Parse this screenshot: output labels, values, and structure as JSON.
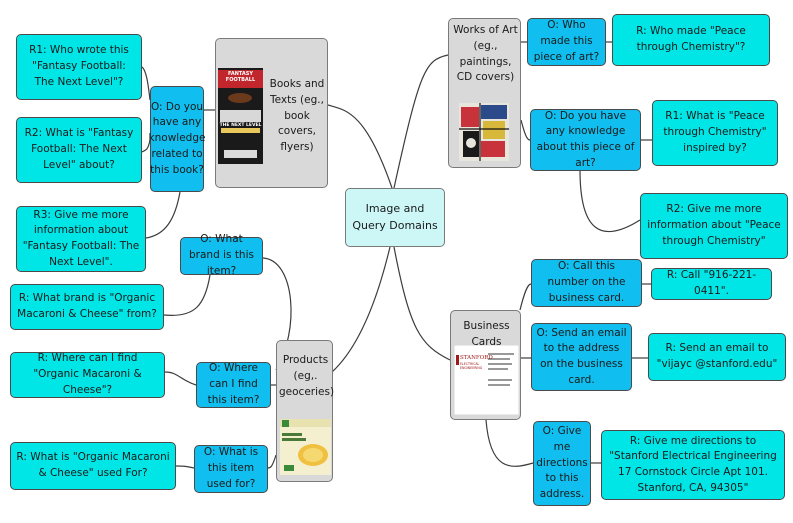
{
  "root": {
    "label": "Image and Query Domains"
  },
  "domains": {
    "books": "Books and Texts (eg., book covers, flyers)",
    "art": "Works of Art (eg., paintings, CD covers)",
    "products": "Products (eg,. geoceries)",
    "cards": "Business Cards"
  },
  "books": {
    "q_knowledge": "O: Do you have any knowledge related to this book?",
    "r1": "R1: Who wrote this \"Fantasy Football: The Next Level\"?",
    "r2": "R2: What is \"Fantasy Football: The Next Level\" about?",
    "r3": "R3: Give me more information about \"Fantasy Football: The Next Level\".",
    "cover_title": "FANTASY FOOTBALL",
    "cover_sub": "THE NEXT LEVEL"
  },
  "products": {
    "q_brand": "O: What brand is this item?",
    "r_brand": "R: What brand is \"Organic Macaroni & Cheese\" from?",
    "q_where": "O: Where can I find this item?",
    "r_where": "R: Where can I find \"Organic Macaroni & Cheese\"?",
    "q_used": "O: What is this item used for?",
    "r_used": "R: What is \"Organic Macaroni & Cheese\" used For?"
  },
  "art": {
    "q_who": "O: Who made this piece of art?",
    "r_who": "R: Who made \"Peace through Chemistry\"?",
    "q_knowledge": "O: Do you have any knowledge about this piece of art?",
    "r1": "R1: What is \"Peace through Chemistry\" inspired by?",
    "r2": "R2: Give me more information about \"Peace through Chemistry\""
  },
  "cards": {
    "q_call": "O: Call this number on the business card.",
    "r_call": "R: Call \"916-221-0411\".",
    "q_email": "O: Send an email to the address on the business card.",
    "r_email": "R: Send an email to \"vijayc @stanford.edu\"",
    "q_directions": "O: Give me directions to this address.",
    "r_directions": "R: Give me directions to \"Stanford Electrical Engineering 17 Cornstock Circle Apt 101. Stanford, CA, 94305\"",
    "card_name": "STANFORD",
    "card_dept": "ELECTRICAL ENGINEERING"
  },
  "colors": {
    "response": "#00e6e6",
    "question": "#10bfef",
    "domain": "#d9d9d9",
    "root": "#cdf7f7",
    "link": "#3c3c3c"
  }
}
